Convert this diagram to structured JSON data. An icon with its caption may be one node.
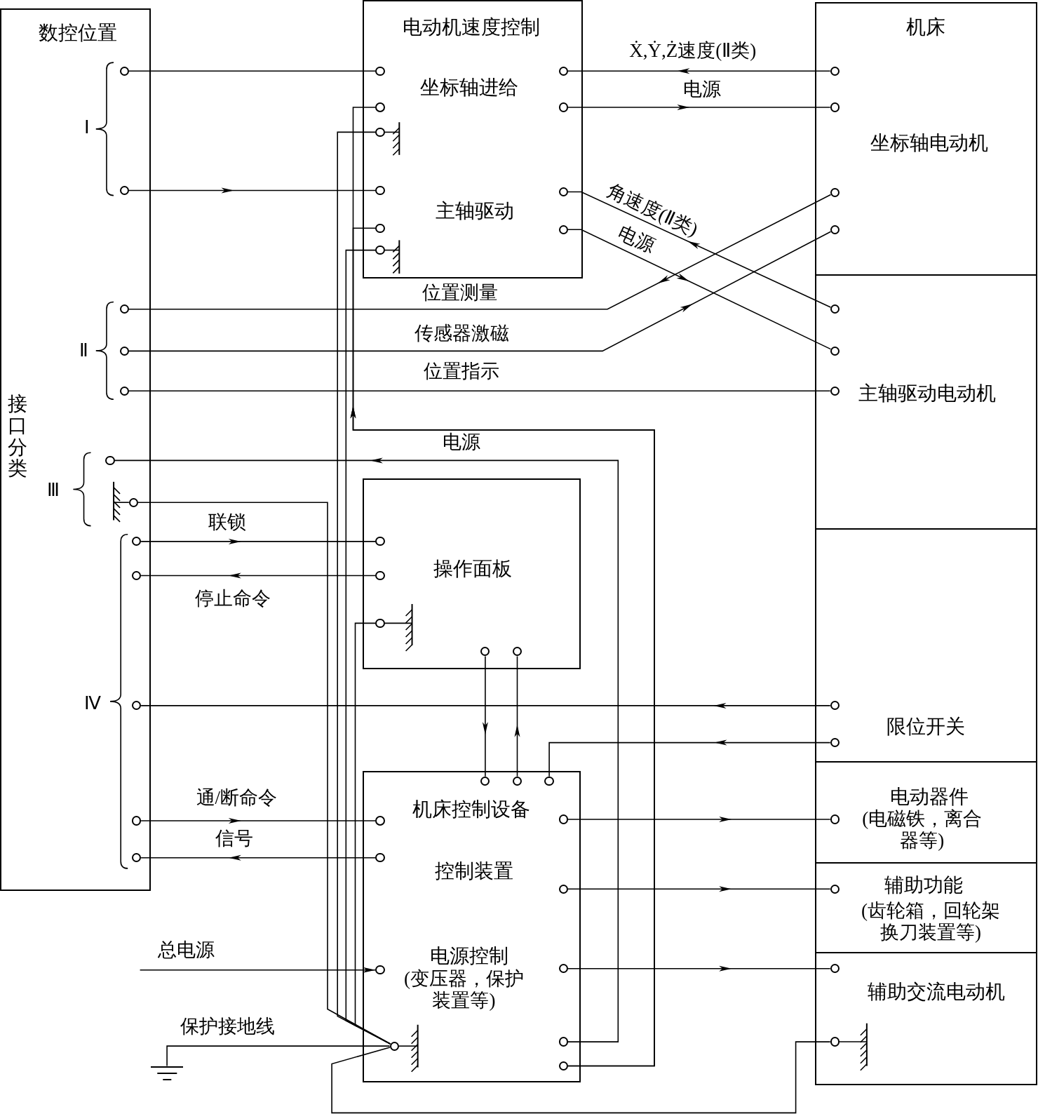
{
  "diagram": {
    "nodes": [
      {
        "text": [
          "数控位置",
          "接口分类"
        ]
      },
      {
        "text": [
          "电动机速度控制",
          "坐标轴进给",
          "主轴驱动"
        ]
      },
      {
        "text": [
          "操作面板"
        ]
      },
      {
        "text": [
          "机床控制设备",
          "控制装置",
          "电源控制",
          "(变压器，保护装置等)"
        ]
      },
      {
        "text": [
          "机床"
        ]
      },
      {
        "text": [
          "坐标轴电动机"
        ],
        "in": 4
      },
      {
        "text": [
          "主轴驱动电动机"
        ],
        "in": 4
      },
      {
        "text": [
          "限位开关"
        ],
        "in": 4
      },
      {
        "text": [
          "电动器件",
          "(电磁铁，离合器等)"
        ],
        "in": 4
      },
      {
        "text": [
          "辅助功能",
          "(齿轮箱，回轮架换刀装置等)"
        ],
        "in": 4
      },
      {
        "text": [
          "辅助交流电动机"
        ],
        "in": 4
      },
      {
        "text": [],
        "shape": "ground"
      },
      {
        "text": [],
        "shape": "circle",
        "in": 0
      },
      {
        "text": [],
        "shape": "circle",
        "in": 0
      },
      {
        "text": [],
        "shape": "circle",
        "in": 0
      },
      {
        "text": [],
        "shape": "circle",
        "in": 0
      },
      {
        "text": [],
        "shape": "circle",
        "in": 0
      },
      {
        "text": [],
        "shape": "circle",
        "in": 0
      },
      {
        "text": [],
        "shape": "circle",
        "in": 0
      },
      {
        "text": [],
        "shape": "circle",
        "in": 0
      },
      {
        "text": [],
        "shape": "circle",
        "in": 0
      },
      {
        "text": [],
        "shape": "circle",
        "in": 0
      },
      {
        "text": [],
        "shape": "circle",
        "in": 0
      },
      {
        "text": [],
        "shape": "circle",
        "in": 0
      },
      {
        "text": [],
        "shape": "circle",
        "in": 1
      },
      {
        "text": [],
        "shape": "circle",
        "in": 1
      },
      {
        "text": [],
        "shape": "circle",
        "in": 1
      },
      {
        "text": [],
        "shape": "circle",
        "in": 1
      },
      {
        "text": [],
        "shape": "circle",
        "in": 1
      },
      {
        "text": [],
        "shape": "circle",
        "in": 1
      },
      {
        "text": [],
        "shape": "circle",
        "in": 1
      },
      {
        "text": [],
        "shape": "circle",
        "in": 1
      },
      {
        "text": [],
        "shape": "circle",
        "in": 1
      },
      {
        "text": [],
        "shape": "circle",
        "in": 1
      },
      {
        "text": [],
        "shape": "circle",
        "in": 2
      },
      {
        "text": [],
        "shape": "circle",
        "in": 2
      },
      {
        "text": [],
        "shape": "circle",
        "in": 2
      },
      {
        "text": [],
        "shape": "circle",
        "in": 2
      },
      {
        "text": [],
        "shape": "circle",
        "in": 2
      },
      {
        "text": [],
        "shape": "circle",
        "in": 3
      },
      {
        "text": [],
        "shape": "circle",
        "in": 3
      },
      {
        "text": [],
        "shape": "circle",
        "in": 3
      },
      {
        "text": [],
        "shape": "circle",
        "in": 3
      },
      {
        "text": [],
        "shape": "circle",
        "in": 3
      },
      {
        "text": [],
        "shape": "circle",
        "in": 3
      },
      {
        "text": [],
        "shape": "circle",
        "in": 3
      },
      {
        "text": [],
        "shape": "circle",
        "in": 3
      },
      {
        "text": [],
        "shape": "circle",
        "in": 3
      },
      {
        "text": [],
        "shape": "circle",
        "in": 3
      },
      {
        "text": [],
        "shape": "circle",
        "in": 3
      },
      {
        "text": [],
        "shape": "circle",
        "in": 3
      },
      {
        "text": [],
        "shape": "circle",
        "in": 5
      },
      {
        "text": [],
        "shape": "circle",
        "in": 5
      },
      {
        "text": [],
        "shape": "circle",
        "in": 5
      },
      {
        "text": [],
        "shape": "circle",
        "in": 5
      },
      {
        "text": [],
        "shape": "circle",
        "in": 6
      },
      {
        "text": [],
        "shape": "circle",
        "in": 6
      },
      {
        "text": [],
        "shape": "circle",
        "in": 6
      },
      {
        "text": [],
        "shape": "circle",
        "in": 7
      },
      {
        "text": [],
        "shape": "circle",
        "in": 7
      },
      {
        "text": [],
        "shape": "circle",
        "in": 8
      },
      {
        "text": [],
        "shape": "circle",
        "in": 9
      },
      {
        "text": [],
        "shape": "circle",
        "in": 10
      },
      {
        "text": [],
        "shape": "circle",
        "in": 10
      }
    ],
    "edges": [
      {
        "from": 12,
        "to": 24,
        "arrow": "none"
      },
      {
        "from": 13,
        "to": 27,
        "arrow": "to"
      },
      {
        "from": 51,
        "to": 30,
        "arrow": "to",
        "label": "Ẋ,Ẏ,Ż速度(Ⅱ类)"
      },
      {
        "from": 31,
        "to": 52,
        "arrow": "to",
        "label": "电源"
      },
      {
        "from": 53,
        "to": 14,
        "arrow": "to",
        "label": "位置测量"
      },
      {
        "from": 15,
        "to": 54,
        "arrow": "to",
        "label": "传感器激磁"
      },
      {
        "from": 16,
        "to": 57,
        "arrow": "none",
        "label": "位置指示"
      },
      {
        "from": 55,
        "to": 32,
        "arrow": "to",
        "label": "角速度(Ⅱ类)"
      },
      {
        "from": 33,
        "to": 56,
        "arrow": "to",
        "label": "电源"
      },
      {
        "from": 49,
        "to": 17,
        "arrow": "to",
        "label": "电源"
      },
      {
        "from": 50,
        "to": 25,
        "arrow": "to"
      },
      {
        "from": 50,
        "to": 28,
        "arrow": "to"
      },
      {
        "from": 18,
        "to": 45,
        "arrow": "none"
      },
      {
        "from": 26,
        "to": 45,
        "arrow": "none"
      },
      {
        "from": 29,
        "to": 45,
        "arrow": "none"
      },
      {
        "from": 36,
        "to": 45,
        "arrow": "none"
      },
      {
        "from": 45,
        "to": 11,
        "arrow": "none",
        "label": "保护接地线"
      },
      {
        "from": 45,
        "to": 63,
        "arrow": "none"
      },
      {
        "from": null,
        "to": 44,
        "arrow": "to",
        "label": "总电源"
      },
      {
        "from": 19,
        "to": 34,
        "arrow": "to",
        "label": "联锁"
      },
      {
        "from": 35,
        "to": 20,
        "arrow": "to",
        "label": "停止命令"
      },
      {
        "from": 37,
        "to": 39,
        "arrow": "to"
      },
      {
        "from": 40,
        "to": 38,
        "arrow": "to"
      },
      {
        "from": 58,
        "to": 21,
        "arrow": "to"
      },
      {
        "from": 59,
        "to": 41,
        "arrow": "to"
      },
      {
        "from": 22,
        "to": 42,
        "arrow": "to",
        "label": "通/断命令"
      },
      {
        "from": 43,
        "to": 23,
        "arrow": "to",
        "label": "信号"
      },
      {
        "from": 46,
        "to": 60,
        "arrow": "to"
      },
      {
        "from": 47,
        "to": 61,
        "arrow": "to"
      },
      {
        "from": 48,
        "to": 62,
        "arrow": "to"
      }
    ],
    "labels": [
      "Ⅰ",
      "Ⅱ",
      "Ⅲ",
      "Ⅳ"
    ]
  }
}
